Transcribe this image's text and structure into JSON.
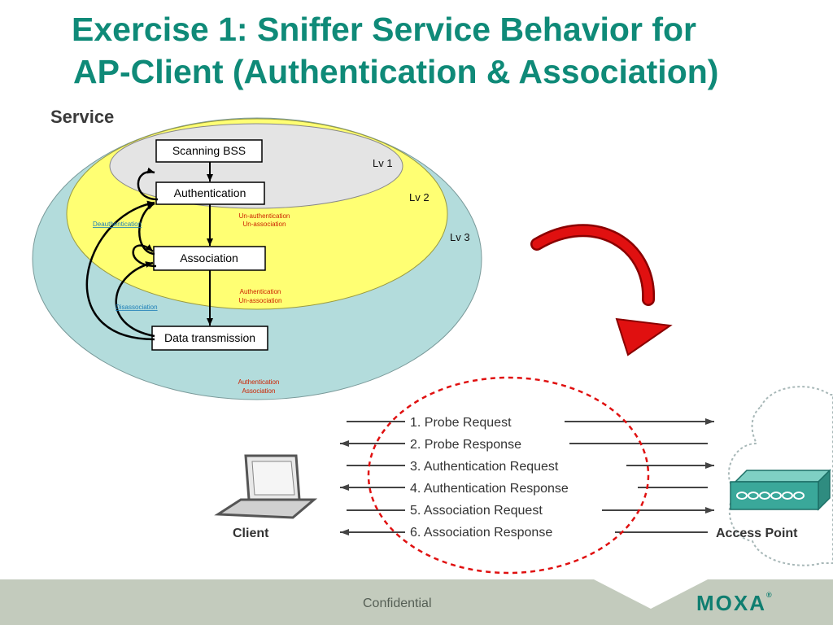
{
  "title": {
    "line1": "Exercise 1: Sniffer Service Behavior for",
    "line2": "AP-Client (Authentication & Association)"
  },
  "service_diagram": {
    "heading": "Service",
    "levels": [
      "Lv 1",
      "Lv 2",
      "Lv 3"
    ],
    "states": [
      "Scanning BSS",
      "Authentication",
      "Association",
      "Data transmission"
    ],
    "transitions": {
      "deauthentication": "Deauthentication",
      "disassociation": "Disassociation"
    },
    "state_notes": {
      "lv2_line1": "Un-authentication",
      "lv2_line2": "Un-association",
      "assoc_line1": "Authentication",
      "assoc_line2": "Un-association",
      "lv3_line1": "Authentication",
      "lv3_line2": "Association"
    },
    "colors": {
      "lv1": "#e4e4e4",
      "lv2": "#ffff73",
      "lv3": "#b3dcdc",
      "note_text": "#cc2200",
      "transition_text": "#1c7fb8"
    }
  },
  "message_flow": {
    "client_label": "Client",
    "ap_label": "Access Point",
    "messages": [
      "1. Probe Request",
      "2. Probe Response",
      "3. Authentication Request",
      "4. Authentication Response",
      "5. Association Request",
      "6. Association Response"
    ],
    "highlight_color": "#e01010",
    "arrow_color": "#e01010"
  },
  "footer": {
    "confidential": "Confidential",
    "logo": "MOXA"
  }
}
